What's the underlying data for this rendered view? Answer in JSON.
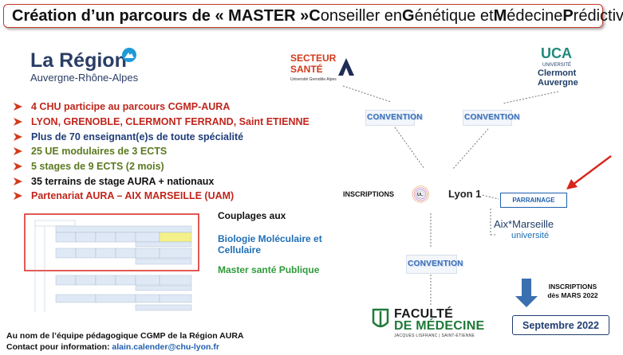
{
  "title": {
    "segments": [
      {
        "text": "Création d’un parcours de « MASTER » ",
        "bold": true
      },
      {
        "text": "C",
        "bold": true
      },
      {
        "text": "onseiller en ",
        "bold": false
      },
      {
        "text": "G",
        "bold": true
      },
      {
        "text": "énétique et ",
        "bold": false
      },
      {
        "text": "M",
        "bold": true
      },
      {
        "text": "édecine ",
        "bold": false
      },
      {
        "text": "P",
        "bold": true
      },
      {
        "text": "rédictive",
        "bold": false
      }
    ]
  },
  "region": {
    "name": "La Région",
    "subtitle": "Auvergne-Rhône-Alpes"
  },
  "bullets": [
    {
      "text": "4 CHU participe au parcours CGMP-AURA",
      "color": "#c0261c"
    },
    {
      "text": "LYON, GRENOBLE, CLERMONT FERRAND, Saint ETIENNE",
      "color": "#c0261c"
    },
    {
      "text": "Plus de 70 enseignant(e)s de toute spécialité",
      "color": "#1f3d7a"
    },
    {
      "text": "25 UE modulaires de 3 ECTS",
      "color": "#5b7a1f"
    },
    {
      "text": "5 stages de 9 ECTS (2 mois)",
      "color": "#5b7a1f"
    },
    {
      "text": "35 terrains de stage AURA + nationaux",
      "color": "#111111"
    },
    {
      "text": "Partenariat AURA – AIX MARSEILLE (UAM)",
      "color": "#c0261c"
    }
  ],
  "bullet_arrow_color": "#d13a1a",
  "couplages": {
    "heading": "Couplages aux",
    "item1": "Biologie Moléculaire et Cellulaire",
    "item2": "Master santé Publique",
    "heading_color": "#111111",
    "item1_color": "#1f6fb6",
    "item2_color": "#2e9a3a"
  },
  "footer": {
    "line1": "Au nom de l’équipe pédagogique CGMP de la Région AURA",
    "contact_label": "Contact pour information: ",
    "email": "alain.calender@chu-lyon.fr"
  },
  "secteur": {
    "line1": "SECTEUR",
    "line2": "SANTÉ",
    "line3": "Université Grenoble Alpes"
  },
  "uca": {
    "mark": "UCA",
    "line1": "UNIVERSITÉ",
    "line2": "Clermont",
    "line3": "Auvergne"
  },
  "convention_label": "CONVENTION",
  "inscriptions_label": "INSCRIPTIONS",
  "lyon": {
    "mark": "UL",
    "label": "Lyon 1"
  },
  "parrainage": "PARRAINAGE",
  "aix": {
    "line1": "Aix*Marseille",
    "line2": "université"
  },
  "inscriptions2": {
    "line1": "INSCRIPTIONS",
    "line2": "dès MARS 2022"
  },
  "septembre": "Septembre 2022",
  "faculte": {
    "line1": "FACULTÉ",
    "line2": "DE MÉDECINE",
    "line3": "JACQUES LISFRANC | SAINT-ÉTIENNE"
  },
  "colors": {
    "accent_red": "#c0392b",
    "navy": "#2a3d66",
    "arrow_blue": "#3a6fb0",
    "green": "#1f7a3a"
  }
}
